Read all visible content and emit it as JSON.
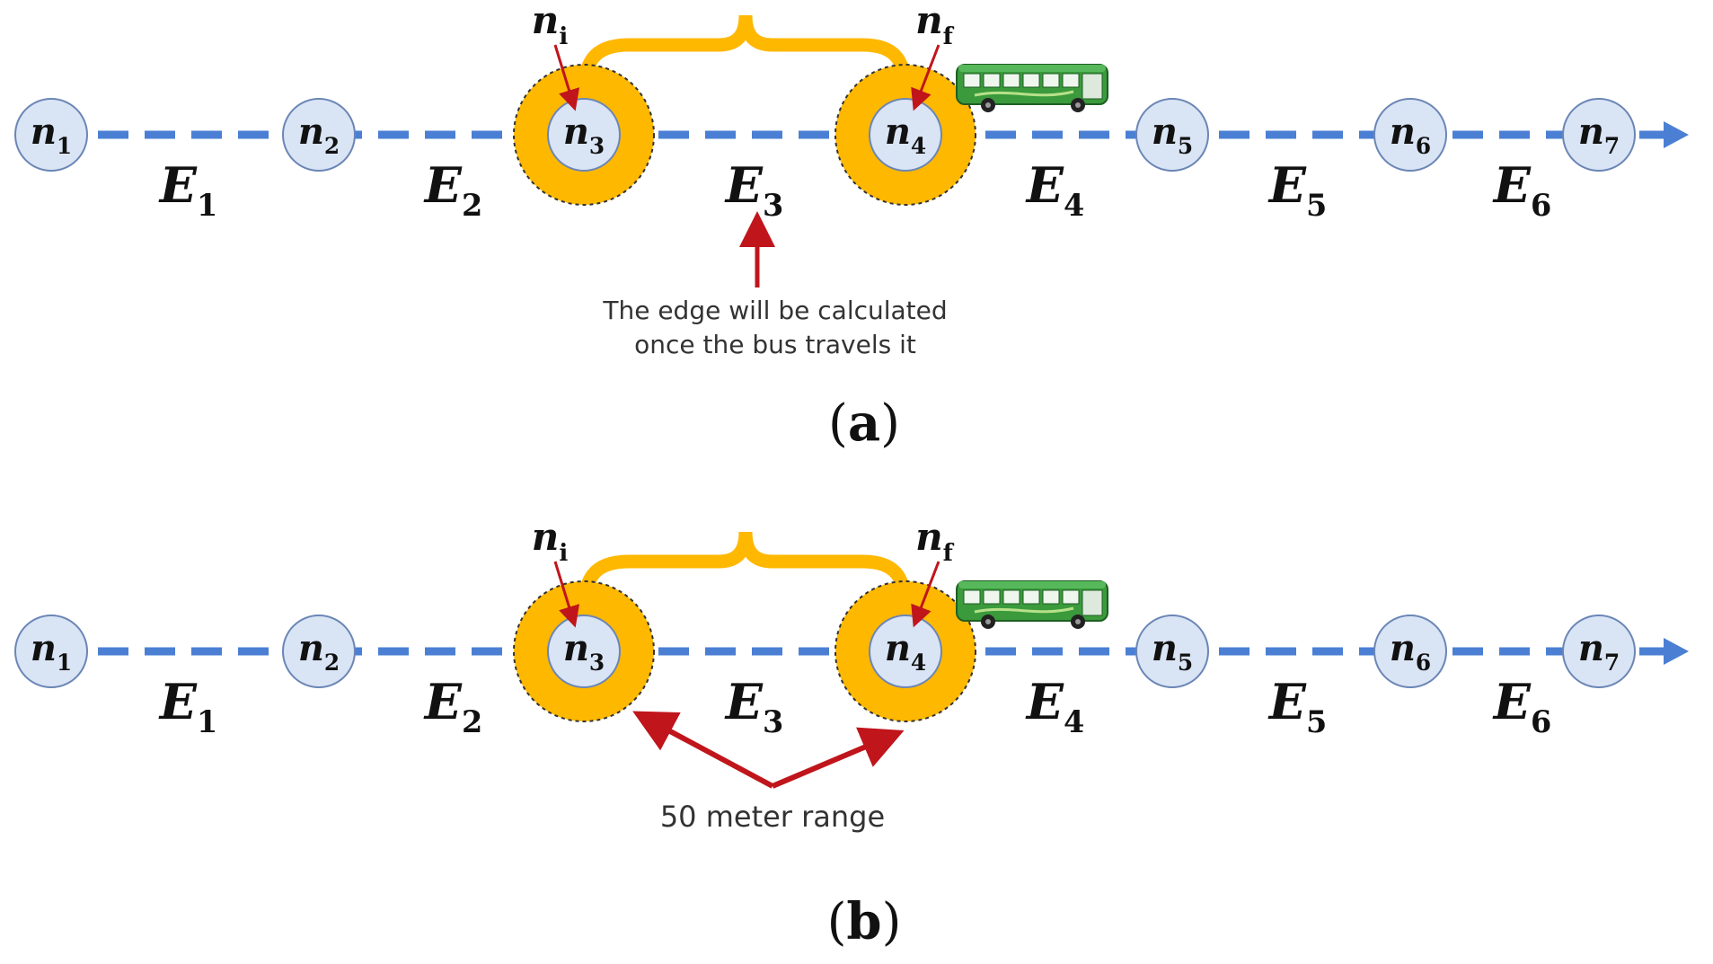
{
  "colors": {
    "route": "#4a7fd4",
    "node_fill": "#d9e4f5",
    "node_stroke": "#6b86b5",
    "range": "#ffb800",
    "pointer": "#c0151b",
    "bus": "#3a9a3c"
  },
  "node_base": "n",
  "edge_base": "E",
  "panels": [
    {
      "nodes": [
        "1",
        "2",
        "3",
        "4",
        "5",
        "6",
        "7"
      ],
      "edges": [
        "1",
        "2",
        "3",
        "4",
        "5",
        "6"
      ],
      "ni_base": "n",
      "ni_sub": "i",
      "nf_base": "n",
      "nf_sub": "f",
      "note_lines": [
        "The edge will be calculated",
        "once the bus travels it"
      ],
      "caption_open": "(",
      "caption_letter": "a",
      "caption_close": ")"
    },
    {
      "nodes": [
        "1",
        "2",
        "3",
        "4",
        "5",
        "6",
        "7"
      ],
      "edges": [
        "1",
        "2",
        "3",
        "4",
        "5",
        "6"
      ],
      "ni_base": "n",
      "ni_sub": "i",
      "nf_base": "n",
      "nf_sub": "f",
      "note_lines": [
        "50 meter range"
      ],
      "caption_open": "(",
      "caption_letter": "b",
      "caption_close": ")"
    }
  ]
}
